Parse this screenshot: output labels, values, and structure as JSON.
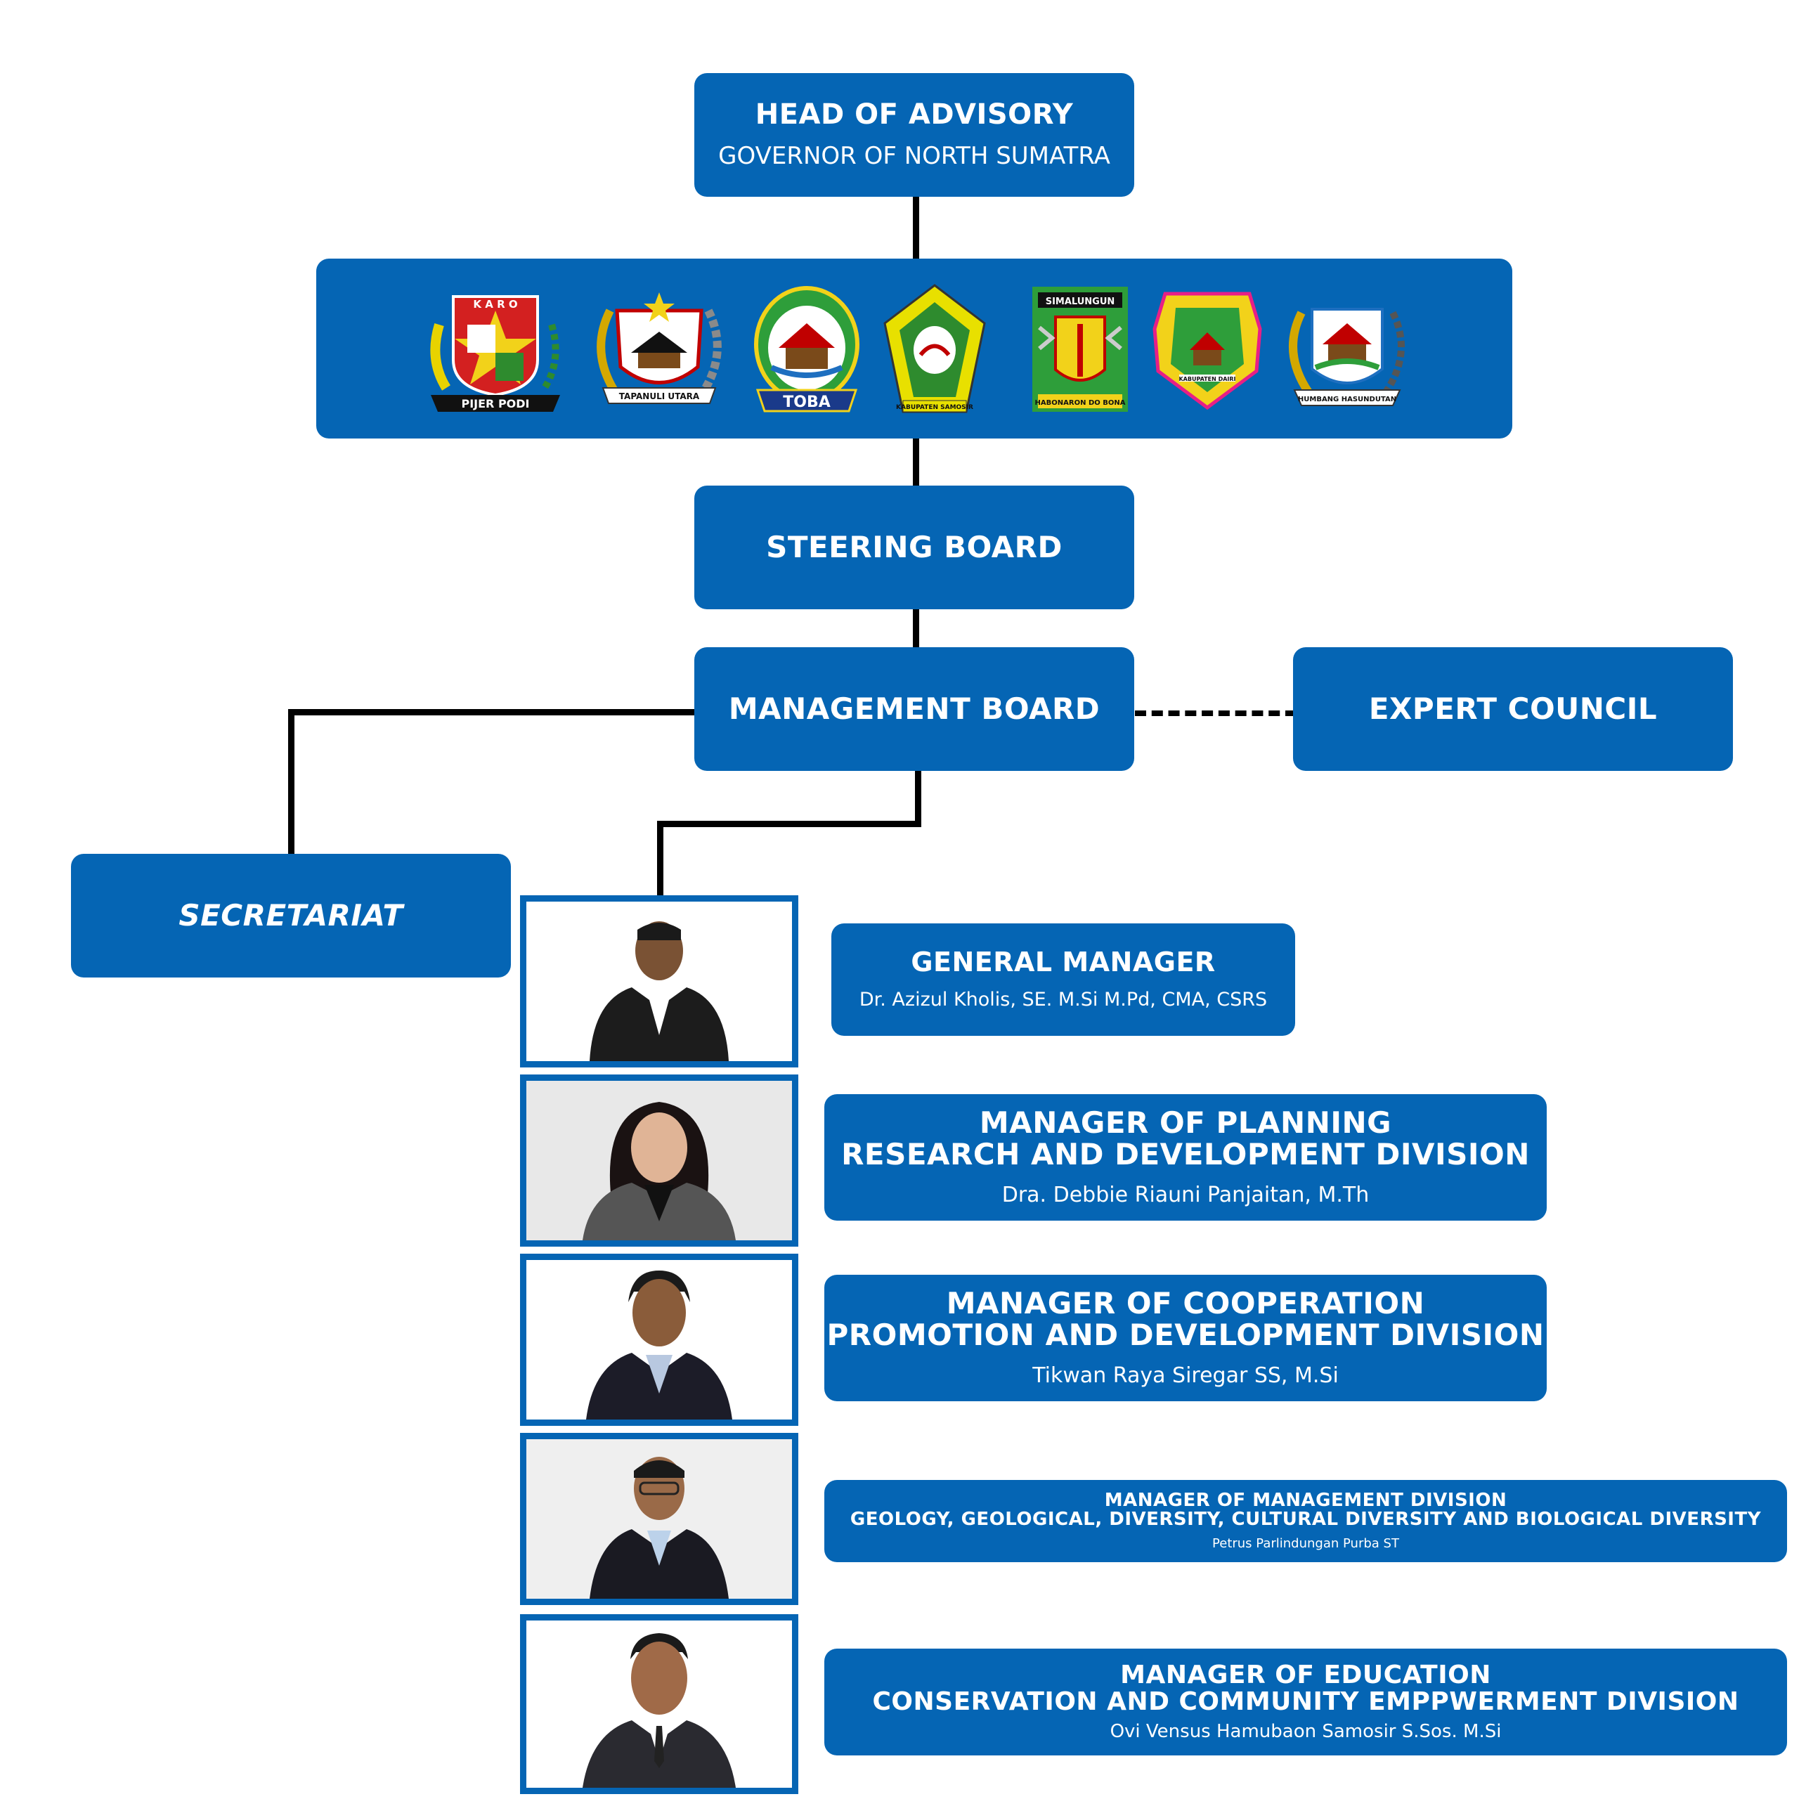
{
  "head_of_advisory": {
    "title": "HEAD OF ADVISORY",
    "subtitle": "GOVERNOR OF NORTH SUMATRA"
  },
  "regency_emblems": [
    {
      "name": "karo-emblem",
      "ribbon": "PIJER PODI",
      "top": "K A R O"
    },
    {
      "name": "tapanuli-utara-emblem",
      "ribbon": "TAPANULI UTARA"
    },
    {
      "name": "toba-emblem",
      "ribbon": "TOBA"
    },
    {
      "name": "samosir-emblem",
      "ribbon": "KABUPATEN SAMOSIR"
    },
    {
      "name": "simalungun-emblem",
      "top": "SIMALUNGUN",
      "ribbon": "HABONARON DO BONA"
    },
    {
      "name": "dairi-emblem",
      "ribbon": "KABUPATEN DAIRI"
    },
    {
      "name": "humbang-hasundutan-emblem",
      "ribbon": "HUMBANG HASUNDUTAN"
    }
  ],
  "steering_board": {
    "title": "STEERING BOARD"
  },
  "management_board": {
    "title": "MANAGEMENT BOARD"
  },
  "expert_council": {
    "title": "EXPERT COUNCIL"
  },
  "secretariat": {
    "title": "SECRETARIAT"
  },
  "managers": [
    {
      "title_lines": [
        "GENERAL MANAGER"
      ],
      "name": "Dr. Azizul Kholis,  SE. M.Si M.Pd, CMA, CSRS"
    },
    {
      "title_lines": [
        "MANAGER OF PLANNING",
        "RESEARCH AND DEVELOPMENT DIVISION"
      ],
      "name": "Dra. Debbie Riauni Panjaitan, M.Th"
    },
    {
      "title_lines": [
        "MANAGER OF COOPERATION",
        "PROMOTION AND DEVELOPMENT DIVISION"
      ],
      "name": "Tikwan Raya Siregar SS, M.Si"
    },
    {
      "title_lines": [
        "MANAGER OF MANAGEMENT DIVISION",
        "GEOLOGY, GEOLOGICAL, DIVERSITY, CULTURAL DIVERSITY AND BIOLOGICAL DIVERSITY"
      ],
      "name": "Petrus Parlindungan Purba ST"
    },
    {
      "title_lines": [
        "MANAGER  OF EDUCATION",
        "CONSERVATION AND COMMUNITY EMPPWERMENT DIVISION"
      ],
      "name": "Ovi Vensus Hamubaon Samosir S.Sos. M.Si"
    }
  ],
  "colors": {
    "box": "#0565b4",
    "connector": "#000000",
    "text": "#ffffff"
  }
}
